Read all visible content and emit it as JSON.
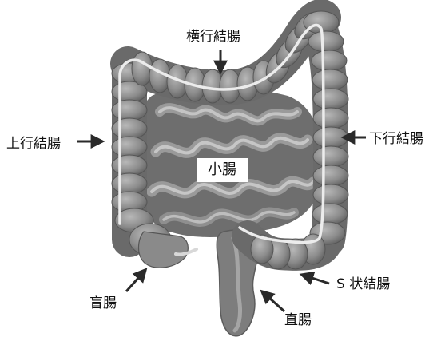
{
  "labels": {
    "transverse_colon": "横行結腸",
    "ascending_colon": "上行結腸",
    "descending_colon": "下行結腸",
    "small_intestine": "小腸",
    "cecum": "盲腸",
    "sigmoid_colon": "S 状結腸",
    "rectum": "直腸"
  },
  "colors": {
    "tissue_dark": "#5c5c5c",
    "tissue_mid": "#8a8a8a",
    "tissue_light": "#b5b5b5",
    "highlight": "#e6e6e6",
    "arrow": "#2a2a2a"
  }
}
